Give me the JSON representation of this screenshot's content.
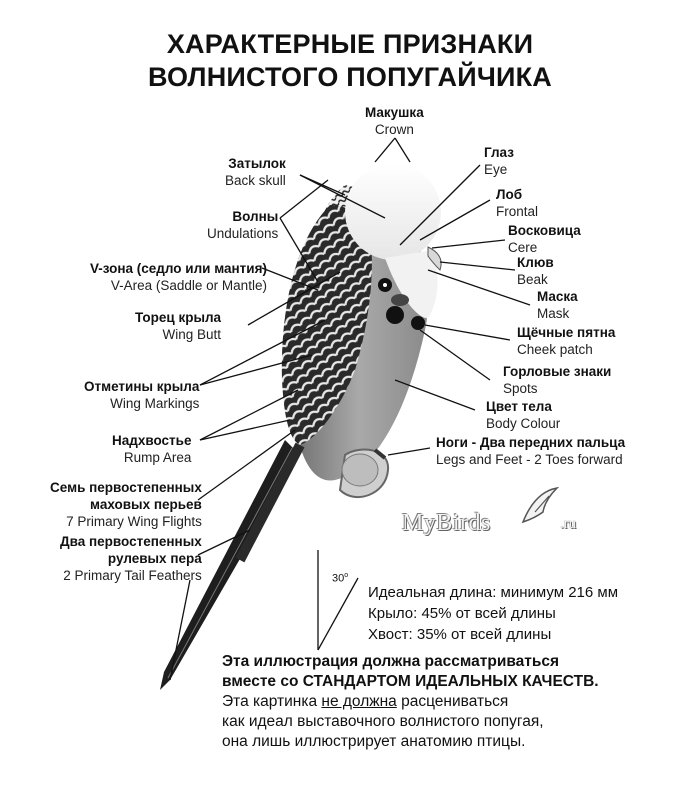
{
  "title": {
    "line1": "ХАРАКТЕРНЫЕ ПРИЗНАКИ",
    "line2": "ВОЛНИСТОГО ПОПУГАЙЧИКА"
  },
  "labels": {
    "crown": {
      "ru": "Макушка",
      "en": "Crown"
    },
    "back_skull": {
      "ru": "Затылок",
      "en": "Back skull"
    },
    "eye": {
      "ru": "Глаз",
      "en": "Eye"
    },
    "frontal": {
      "ru": "Лоб",
      "en": "Frontal"
    },
    "undulations": {
      "ru": "Волны",
      "en": "Undulations"
    },
    "cere": {
      "ru": "Восковица",
      "en": "Cere"
    },
    "beak": {
      "ru": "Клюв",
      "en": "Beak"
    },
    "v_area": {
      "ru": "V-зона (седло или мантия)",
      "en": "V-Area (Saddle or Mantle)"
    },
    "mask": {
      "ru": "Маска",
      "en": "Mask"
    },
    "wing_butt": {
      "ru": "Торец крыла",
      "en": "Wing Butt"
    },
    "cheek_patch": {
      "ru": "Щёчные пятна",
      "en": "Cheek patch"
    },
    "spots": {
      "ru": "Горловые знаки",
      "en": "Spots"
    },
    "wing_markings": {
      "ru": "Отметины крыла",
      "en": "Wing Markings"
    },
    "body_colour": {
      "ru": "Цвет тела",
      "en": "Body Colour"
    },
    "rump_area": {
      "ru": "Надхвостье",
      "en": "Rump Area"
    },
    "legs_feet": {
      "ru": "Ноги - Два передних пальца",
      "en": "Legs and Feet  - 2 Toes forward"
    },
    "primary_flights": {
      "ru1": "Семь первостепенных",
      "ru2": "маховых перьев",
      "en": "7 Primary Wing Flights"
    },
    "tail_feathers": {
      "ru1": "Два первостепенных",
      "ru2": "рулевых пера",
      "en": "2 Primary Tail Feathers"
    }
  },
  "angle_label": "30",
  "angle_unit": "o",
  "stats": {
    "ideal_length": "Идеальная длина: минимум 216 мм",
    "wing": "Крыло: 45% от всей длины",
    "tail": "Хвост: 35% от всей длины"
  },
  "note": {
    "bold1": "Эта иллюстрация должна рассматриваться",
    "bold2": "вместе со СТАНДАРТОМ ИДЕАЛЬНЫХ КАЧЕСТВ.",
    "plain1_a": "Эта картинка ",
    "plain1_u": "не должна",
    "plain1_b": " расцениваться",
    "plain2": "как идеал выставочного волнистого попугая,",
    "plain3": "она лишь иллюстрирует анатомию птицы."
  },
  "logo": {
    "text": "MyBirds",
    "suffix": ".ru"
  }
}
